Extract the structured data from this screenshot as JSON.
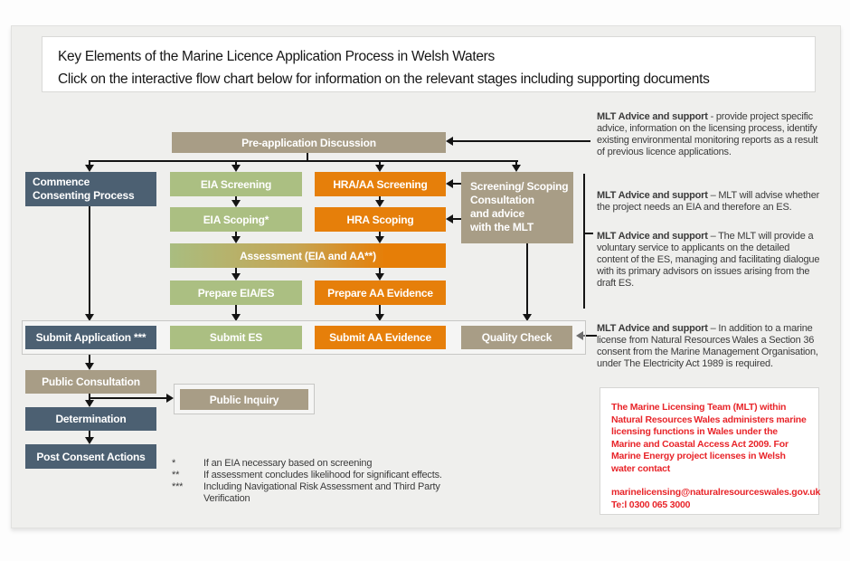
{
  "header": {
    "title_line1": "Key Elements of the Marine Licence Application Process in Welsh Waters",
    "title_line2": "Click on the interactive flow chart below for information on the relevant stages including supporting documents"
  },
  "flow": {
    "pre_application": "Pre-application Discussion",
    "commence": "Commence Consenting Process",
    "eia_screening": "EIA Screening",
    "hra_aa_screening": "HRA/AA Screening",
    "screening_scoping_lines": [
      "Screening/ Scoping",
      "Consultation",
      "and advice",
      "with the MLT"
    ],
    "eia_scoping": "EIA Scoping*",
    "hra_scoping": "HRA Scoping",
    "assessment": "Assessment (EIA and AA**)",
    "prepare_eia_es": "Prepare EIA/ES",
    "prepare_aa_evidence": "Prepare AA Evidence",
    "submit_application": "Submit Application ***",
    "submit_es": "Submit ES",
    "submit_aa_evidence": "Submit AA Evidence",
    "quality_check": "Quality Check",
    "public_consultation": "Public Consultation",
    "public_inquiry": "Public Inquiry",
    "determination": "Determination",
    "post_consent_actions": "Post Consent Actions"
  },
  "footnotes": [
    {
      "marker": "*",
      "text": "If an EIA necessary based on screening"
    },
    {
      "marker": "**",
      "text": "If assessment concludes likelihood for significant effects."
    },
    {
      "marker": "***",
      "text": "Including Navigational Risk Assessment and Third Party Verification"
    }
  ],
  "annotations": [
    {
      "bold": "MLT Advice and support",
      "rest": " - provide project specific advice, information on the licensing process, identify existing environmental monitoring reports as a result of previous licence applications."
    },
    {
      "bold": "MLT Advice and support",
      "rest": " – MLT will advise whether the project needs an EIA and therefore an ES."
    },
    {
      "bold": "MLT Advice and support",
      "rest": " – The MLT will provide a voluntary service to applicants on the detailed content of the ES, managing and facilitating dialogue with its primary advisors on issues arising from the draft ES."
    },
    {
      "bold": "MLT Advice and support",
      "rest": " – In addition to a marine license from Natural Resources Wales a Section 36 consent from the Marine Management Organisation, under The Electricity Act 1989 is required."
    }
  ],
  "contact_box": {
    "paragraph": "The Marine Licensing Team (MLT) within Natural Resources Wales administers marine licensing functions in Wales under the Marine and Coastal Access Act 2009. For Marine Energy project licenses in Welsh water contact",
    "email": "marinelicensing@naturalresourceswales.gov.uk",
    "phone": "Te:l 0300 065 3000"
  },
  "colors": {
    "slate": "#4c6072",
    "green": "#abbf82",
    "orange": "#e67f0a",
    "tan": "#a89d86",
    "red_text": "#e8252a",
    "panel_bg": "#efefed"
  }
}
